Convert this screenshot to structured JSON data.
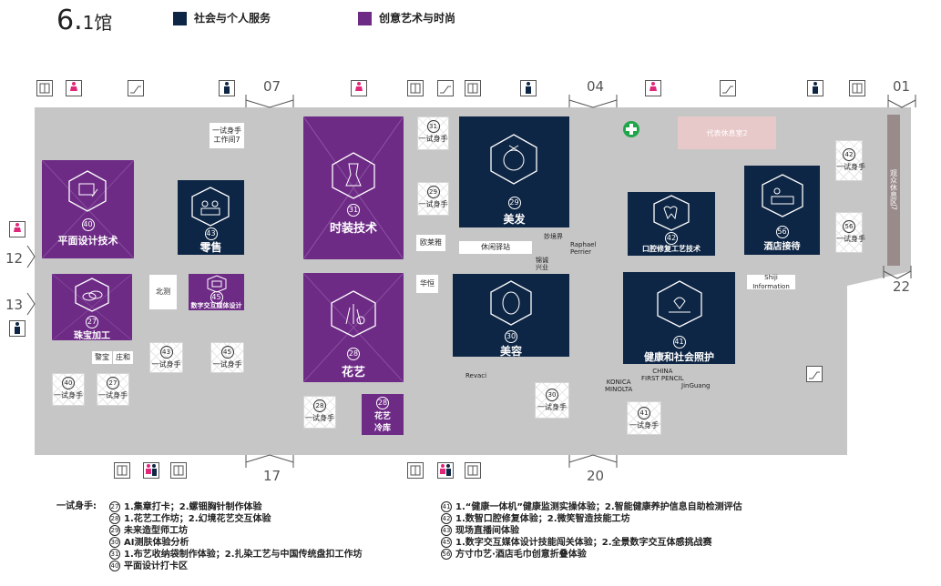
{
  "hall": {
    "num": "6.",
    "rest": "1馆"
  },
  "legend": [
    {
      "label": "社会与个人服务",
      "color": "#0e2645"
    },
    {
      "label": "创意艺术与时尚",
      "color": "#6e2b86"
    }
  ],
  "doors": [
    "07",
    "04",
    "01",
    "12",
    "13",
    "22",
    "17",
    "20"
  ],
  "booths": {
    "b40": {
      "num": "40",
      "name": "平面设计技术"
    },
    "b43": {
      "num": "43",
      "name": "零售"
    },
    "b31": {
      "num": "31",
      "name": "时装技术"
    },
    "b29": {
      "num": "29",
      "name": "美发"
    },
    "b42": {
      "num": "42",
      "name": "口腔修复工艺技术"
    },
    "b56": {
      "num": "56",
      "name": "酒店接待"
    },
    "b27": {
      "num": "27",
      "name": "珠宝加工"
    },
    "b45": {
      "num": "45",
      "name": "数字交互媒体设计"
    },
    "b28": {
      "num": "28",
      "name": "花艺"
    },
    "b28c": {
      "num": "28",
      "name1": "花艺",
      "name2": "冷库"
    },
    "b30": {
      "num": "30",
      "name": "美容"
    },
    "b41": {
      "num": "41",
      "name": "健康和社会照护"
    }
  },
  "tryon_label": "一试身手",
  "tryons": [
    "31",
    "29",
    "42",
    "56",
    "43",
    "45",
    "40",
    "27",
    "28",
    "30",
    "41"
  ],
  "labels": {
    "workshop": "一试身手\n工作间7",
    "vip": "代表休息室2",
    "viewer": "观众休息区7",
    "beice": "北测",
    "oulaiya": "欧莱雅",
    "huaheng": "华恒",
    "rest_station": "休闲驿站",
    "miaojingjie": "妙境界",
    "raphael": "Raphael\nPerrier",
    "jincheng": "锦诚\n兴业",
    "shiji": "Shiji Information",
    "jingbao": "警宝",
    "zhuanghe": "庄和",
    "revaci": "Revaci",
    "konica": "KONICA\nMINOLTA",
    "china_first": "CHINA\nFIRST PENCIL",
    "jinguang": "JinGuang"
  },
  "footer_title": "一试身手:",
  "footer_left": [
    {
      "n": "27",
      "text": "1.集章打卡；2.螺钿胸针制作体验"
    },
    {
      "n": "28",
      "text": "1.花艺工作坊；2.幻境花艺交互体验"
    },
    {
      "n": "29",
      "text": "未来造型师工坊"
    },
    {
      "n": "30",
      "text": "AI测肤体验分析"
    },
    {
      "n": "31",
      "text": "1.布艺收纳袋制作体验；2.扎染工艺与中国传统盘扣工作坊"
    },
    {
      "n": "40",
      "text": "平面设计打卡区"
    }
  ],
  "footer_right": [
    {
      "n": "41",
      "text": "1.“健康一体机”健康监测实操体验；2.智能健康养护信息自助检测评估"
    },
    {
      "n": "42",
      "text": "1.数智口腔修复体验；2.微笑智造技能工坊"
    },
    {
      "n": "43",
      "text": "现场直播间体验"
    },
    {
      "n": "45",
      "text": "1.数字交互媒体设计技能闯关体验；2.全景数字交互体感挑战赛"
    },
    {
      "n": "56",
      "text": "方寸巾艺·酒店毛巾创意折叠体验"
    }
  ]
}
